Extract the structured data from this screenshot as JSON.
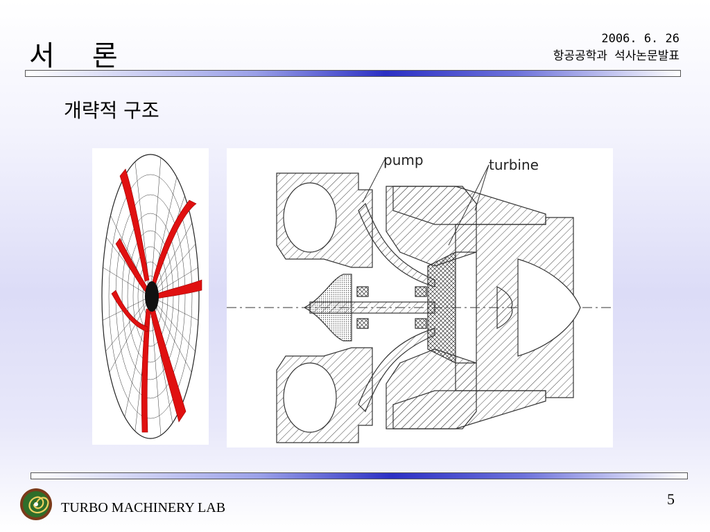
{
  "header": {
    "title_part1": "서",
    "title_part2": "론",
    "date": "2006. 6. 26",
    "event": "항공공학과 석사논문발표"
  },
  "subtitle": "개략적 구조",
  "diagram": {
    "label_pump": "pump",
    "label_turbine": "turbine"
  },
  "footer": {
    "lab_name": "TURBO MACHINERY LAB",
    "page_number": "5"
  },
  "colors": {
    "rule_accent": "#2b2fc4",
    "blade_red": "#e01010"
  },
  "icons": {
    "lab_logo": "spiral-logo-icon"
  }
}
